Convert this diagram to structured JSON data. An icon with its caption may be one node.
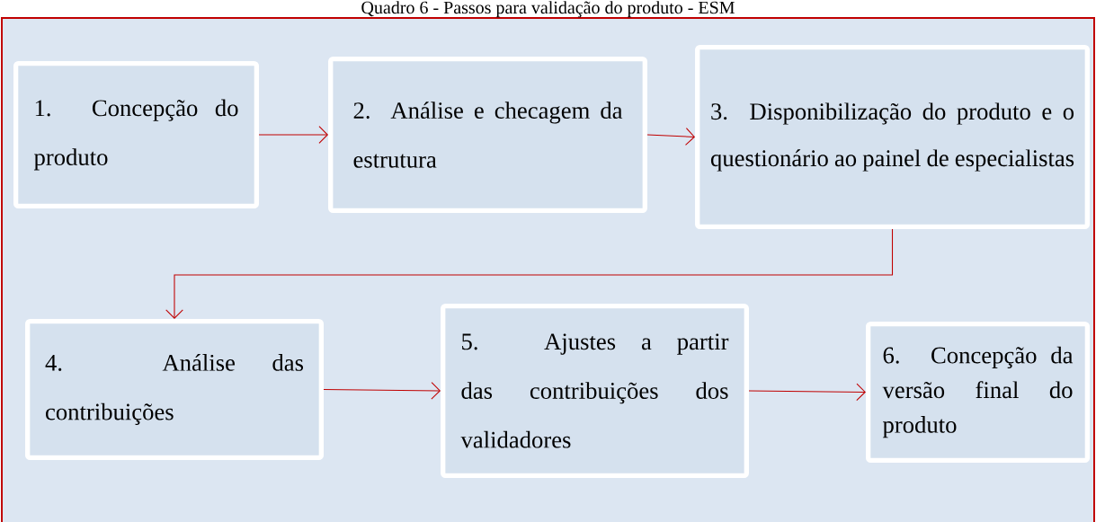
{
  "diagram": {
    "title": "Quadro 6 - Passos para validação do produto - ESM",
    "nodes": [
      {
        "text": [
          "1. Concepção do produto"
        ]
      },
      {
        "text": [
          "2. Análise e checagem da estrutura"
        ]
      },
      {
        "text": [
          "3. Disponibilização do produto e o questionário ao painel de especialistas"
        ]
      },
      {
        "text": [
          "4. Análise das contribuições"
        ]
      },
      {
        "text": [
          "5. Ajustes a partir das contribuições dos validadores"
        ]
      },
      {
        "text": [
          "6. Concepção da versão final do produto"
        ]
      }
    ],
    "edges": [
      {
        "from": 0,
        "to": 1,
        "arrow": "to"
      },
      {
        "from": 1,
        "to": 2,
        "arrow": "to"
      },
      {
        "from": 2,
        "to": 3,
        "arrow": "to"
      },
      {
        "from": 3,
        "to": 4,
        "arrow": "to"
      },
      {
        "from": 4,
        "to": 5,
        "arrow": "to"
      }
    ]
  }
}
